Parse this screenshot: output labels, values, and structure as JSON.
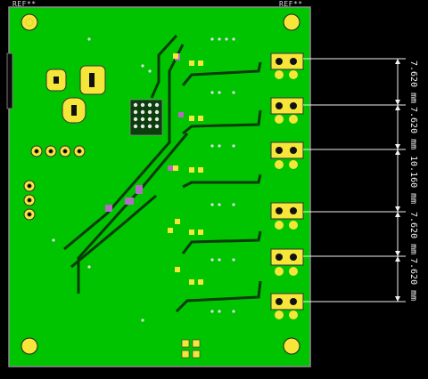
{
  "references": {
    "left": "REF**",
    "right": "REF**"
  },
  "dimensions": [
    "7.620 mm",
    "7.620 mm",
    "10.160 mm",
    "7.620 mm",
    "7.620 mm"
  ],
  "colors": {
    "background": "#000000",
    "copper": "#00c400",
    "copper_light": "#1cd01c",
    "silk": "#ffffff",
    "pad": "#f6e63a",
    "trace_dark": "#0b3a0b",
    "violet": "#b36bc4",
    "drill": "#000000"
  }
}
